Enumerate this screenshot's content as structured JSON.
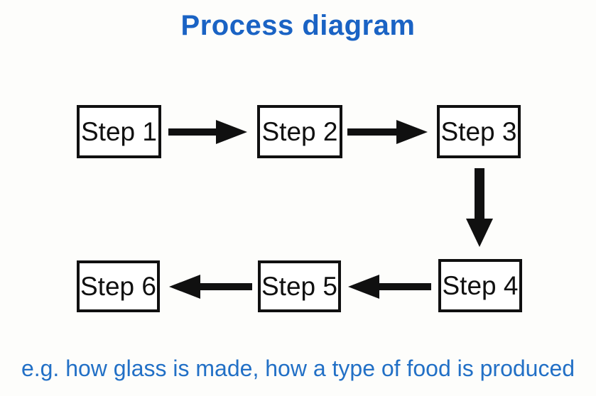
{
  "title": "Process diagram",
  "caption": "e.g. how glass is made, how a type of food is produced",
  "colors": {
    "title": "#1a63c4",
    "caption": "#2270c6",
    "ink": "#101010",
    "background": "#fdfdfb",
    "boxfill": "#ffffff"
  },
  "diagram": {
    "steps": [
      {
        "label": "Step 1"
      },
      {
        "label": "Step 2"
      },
      {
        "label": "Step 3"
      },
      {
        "label": "Step 4"
      },
      {
        "label": "Step 5"
      },
      {
        "label": "Step 6"
      }
    ],
    "arrows": [
      {
        "from": "Step 1",
        "to": "Step 2",
        "direction": "right"
      },
      {
        "from": "Step 2",
        "to": "Step 3",
        "direction": "right"
      },
      {
        "from": "Step 3",
        "to": "Step 4",
        "direction": "down"
      },
      {
        "from": "Step 4",
        "to": "Step 5",
        "direction": "left"
      },
      {
        "from": "Step 5",
        "to": "Step 6",
        "direction": "left"
      }
    ]
  }
}
